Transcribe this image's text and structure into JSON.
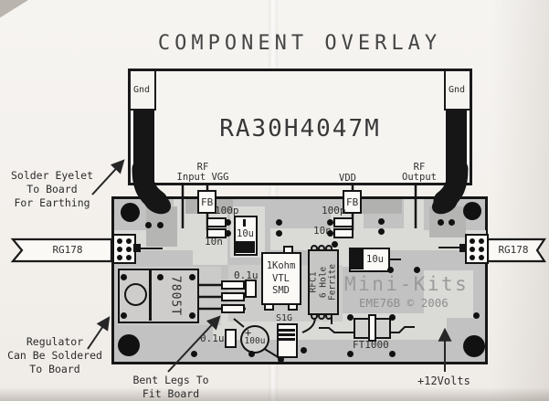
{
  "title": "COMPONENT OVERLAY",
  "module": {
    "part_number": "RA30H4047M",
    "gnd_left": "Gnd",
    "gnd_right": "Gnd",
    "rf_input_l1": "RF",
    "rf_input_l2": "Input VGG",
    "vdd": "VDD",
    "rf_output_l1": "RF",
    "rf_output_l2": "Output"
  },
  "board": {
    "fb_left": "FB",
    "fb_right": "FB",
    "c100p_left": "100p",
    "c10n_left": "10n",
    "c10u_left": "10u",
    "c100p_right": "100p",
    "c10n_right": "10n",
    "c10u_right": "10u",
    "r1": {
      "l1": "1Kohm",
      "l2": "VTL",
      "l3": "SMD"
    },
    "rfc1": {
      "l1": "RFC1",
      "l2": "6 Hole",
      "l3": "Ferrite"
    },
    "regulator": "7805T",
    "c01u_top": "0.1u",
    "c01u_bottom": "0.1u",
    "c100u": "100u",
    "c100u_polarity": "+",
    "d1": "S1G",
    "ft": "FT1000",
    "brand": "Mini-Kits",
    "brand_id": "EME76B © 2006"
  },
  "connectors": {
    "left": "RG178",
    "right": "RG178"
  },
  "annotations": {
    "earth_l1": "Solder Eyelet",
    "earth_l2": "To Board",
    "earth_l3": "For Earthing",
    "reg_l1": "Regulator",
    "reg_l2": "Can Be Soldered",
    "reg_l3": "To Board",
    "legs_l1": "Bent Legs To",
    "legs_l2": "Fit Board",
    "supply": "+12Volts"
  },
  "colors": {
    "paper": "#f4f1ee",
    "board_gray": "#c2c2c2",
    "trace_gray": "#dadad7",
    "ink_black": "#141414",
    "brand_gray": "#9a9a9a"
  }
}
